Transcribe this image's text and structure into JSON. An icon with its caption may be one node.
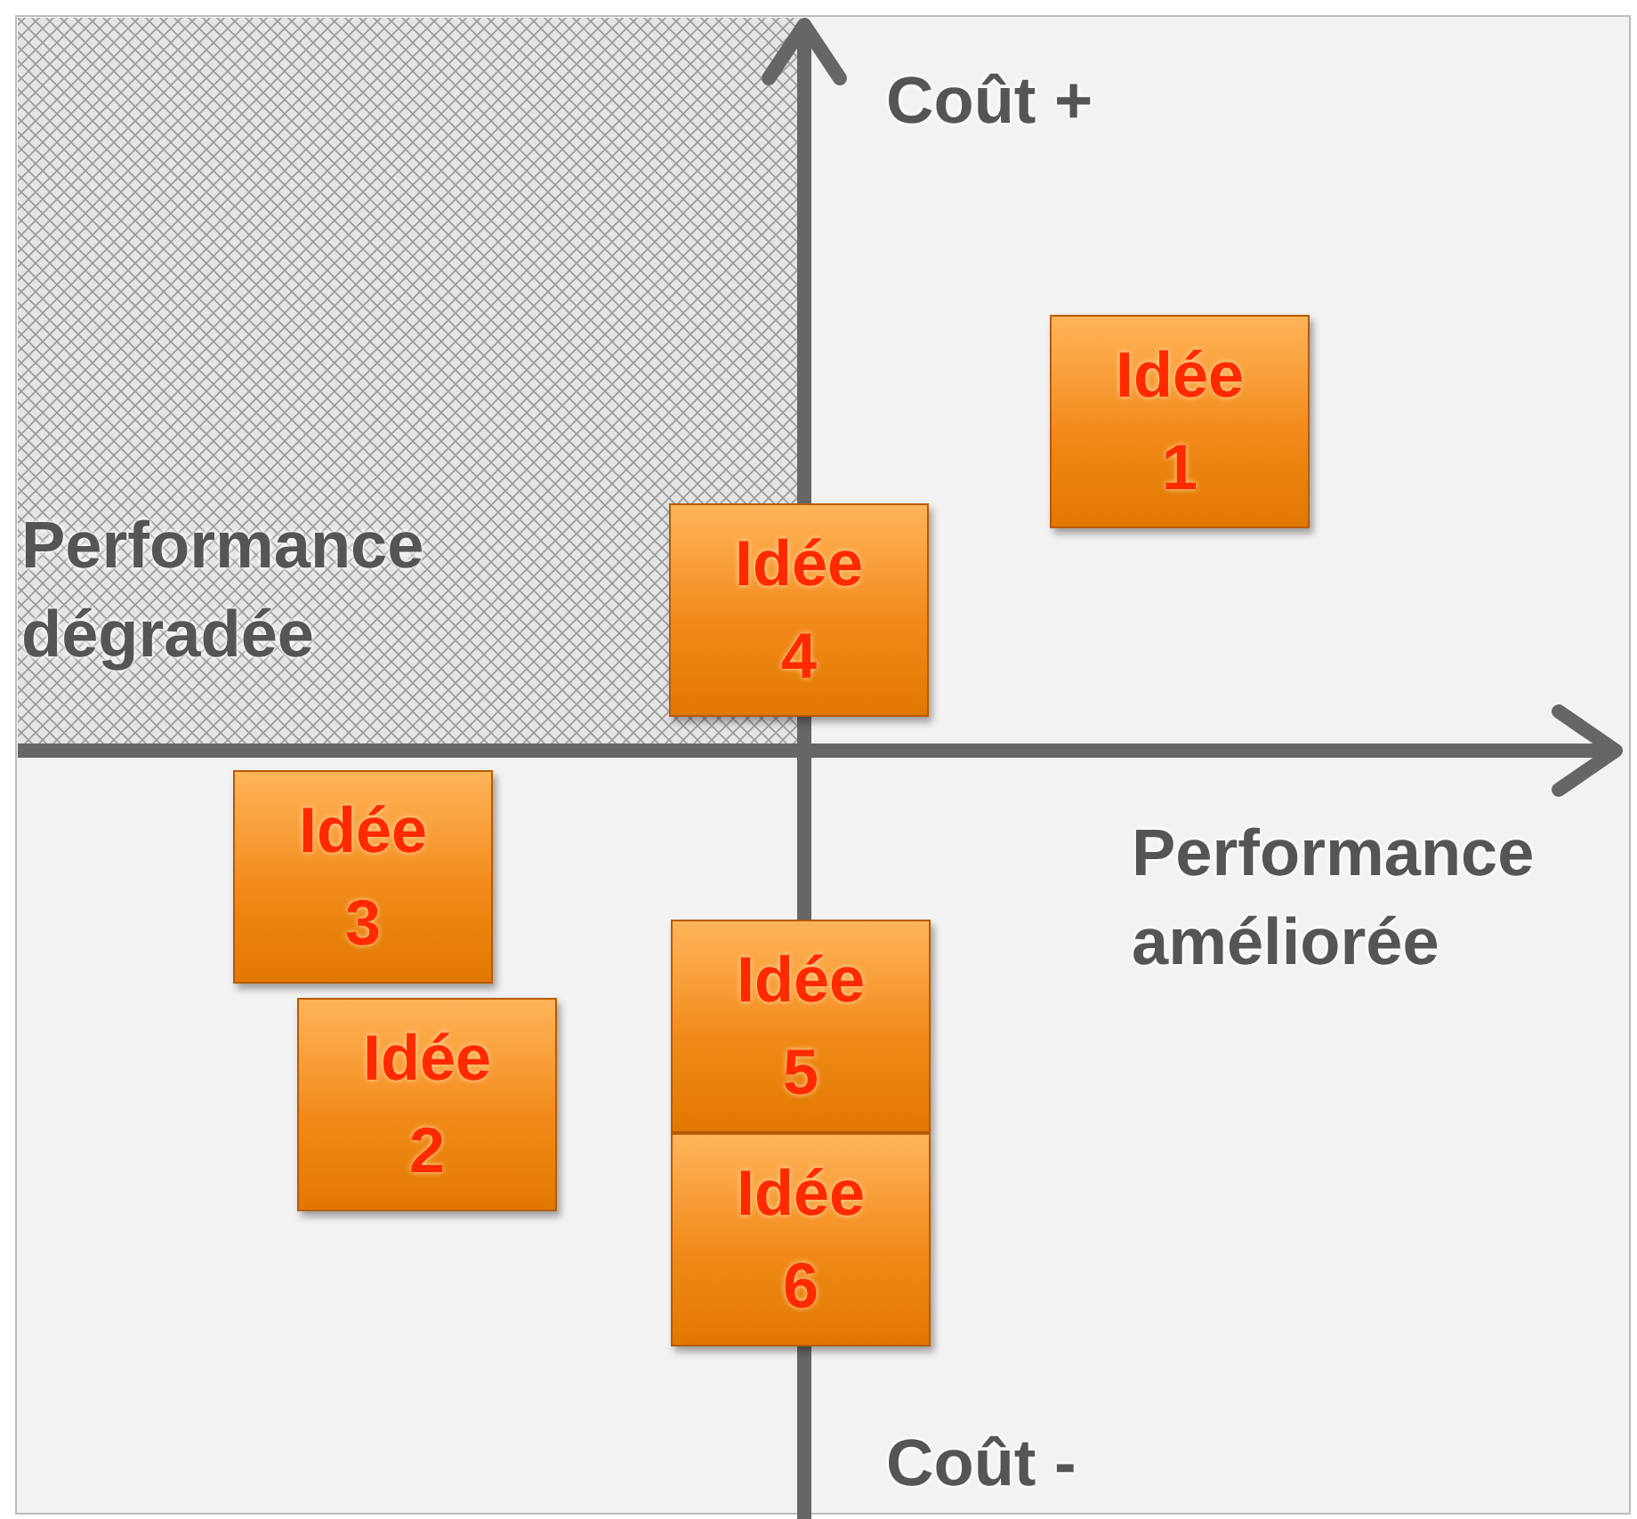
{
  "diagram": {
    "nodes": [
      {
        "text": [
          "Idée 1"
        ]
      },
      {
        "text": [
          "Idée 4"
        ]
      },
      {
        "text": [
          "Idée 3"
        ]
      },
      {
        "text": [
          "Idée 2"
        ]
      },
      {
        "text": [
          "Idée 5"
        ]
      },
      {
        "text": [
          "Idée 6"
        ]
      }
    ],
    "labels": [
      "Coût +",
      "Performance dégradée",
      "Performance améliorée",
      "Coût -"
    ]
  }
}
